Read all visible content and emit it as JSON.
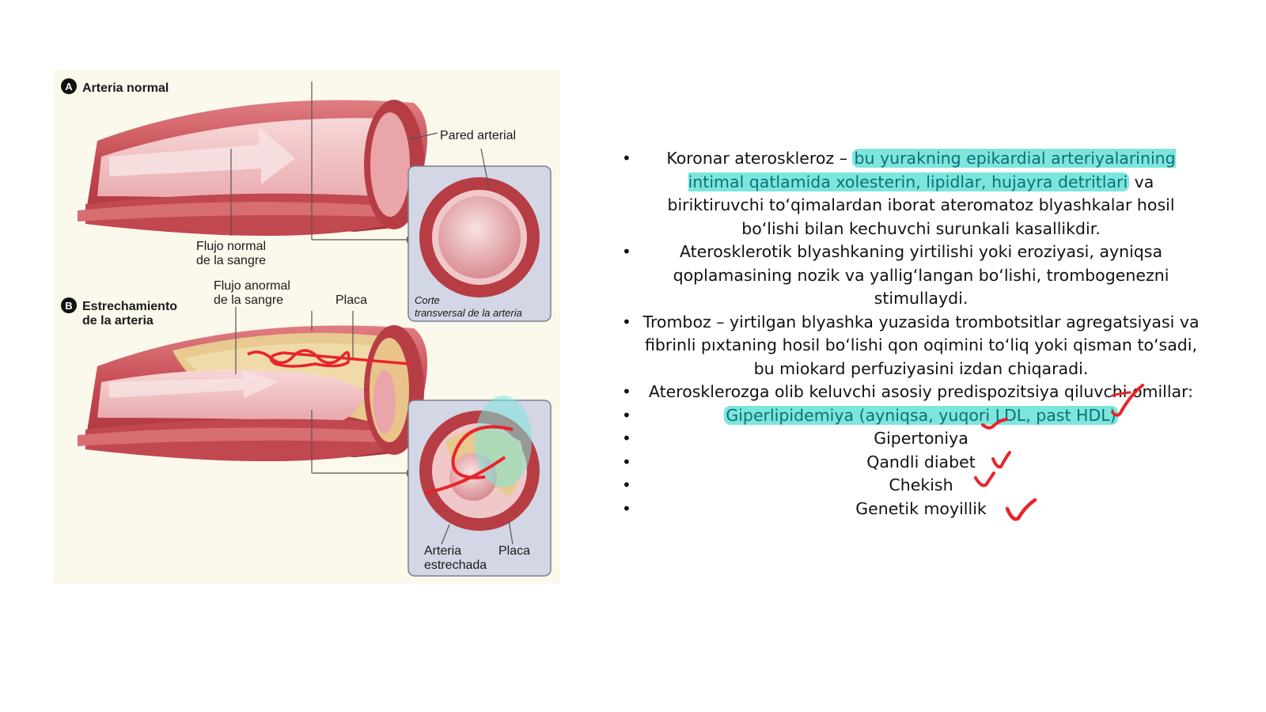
{
  "figure": {
    "label_a_badge": "A",
    "label_a": "Arteria normal",
    "pared_arterial": "Pared arterial",
    "flujo_normal_line1": "Flujo normal",
    "flujo_normal_line2": "de la sangre",
    "corte_line1": "Corte",
    "corte_line2": "transversal de la arteria",
    "label_b_badge": "B",
    "label_b_line1": "Estrechamiento",
    "label_b_line2": "de la arteria",
    "flujo_anormal_line1": "Flujo anormal",
    "flujo_anormal_line2": "de la sangre",
    "placa_top": "Placa",
    "arteria_estrechada_line1": "Arteria",
    "arteria_estrechada_line2": "estrechada",
    "placa_bottom": "Placa"
  },
  "bullets": {
    "b1_pre": "Koronar ateroskleroz – ",
    "b1_hl": "bu yurakning epikardial arteriyalarining intimal qatlamida xolesterin, lipidlar, hujayra detritlari",
    "b1_post": " va biriktiruvchi to‘qimalardan iborat ateromatoz blyashkalar hosil bo‘lishi bilan kechuvchi surunkali kasallikdir.",
    "b2": "Aterosklerotik blyashkaning yirtilishi yoki eroziyasi, ayniqsa qoplamasining nozik va yallig‘langan bo‘lishi, trombogenezni stimullaydi.",
    "b3": "Tromboz – yirtilgan blyashka yuzasida trombotsitlar agregatsiyasi va fibrinli pıxtaning hosil bo‘lishi qon oqimini to‘liq yoki qisman to‘sadi, bu miokard perfuziyasini izdan chiqaradi.",
    "b4": "Aterosklerozga olib keluvchi asosiy predispozitsiya qiluvchi omillar:",
    "b5": "Giperlipidemiya (ayniqsa, yuqori LDL, past HDL)",
    "b6": "Gipertoniya",
    "b7": "Qandli diabet",
    "b8": "Chekish",
    "b9": "Genetik moyillik"
  },
  "colors": {
    "highlight": "#7de6dc",
    "highlight_text": "#0f6f7a",
    "annotation_red": "#e8242b",
    "figure_bg": "#fbf8ec",
    "artery_red": "#c0484e"
  },
  "icons": {
    "check_mark": "check-mark-icon"
  }
}
